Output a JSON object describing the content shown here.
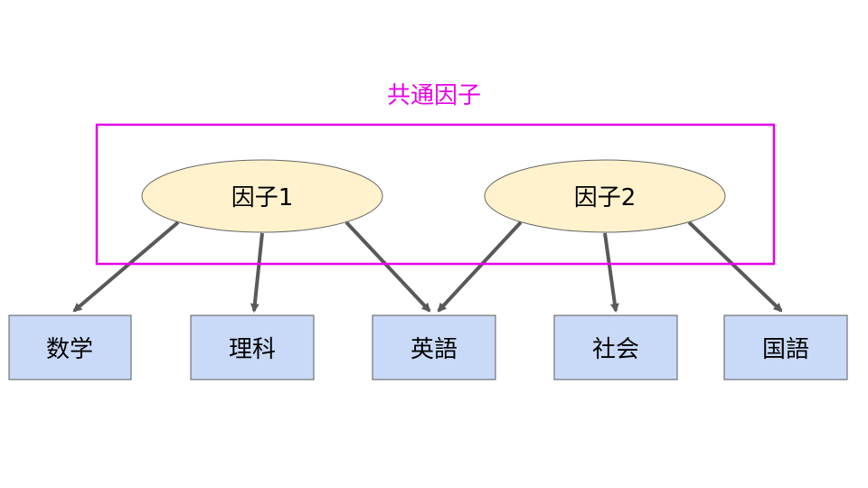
{
  "group": {
    "label": "共通因子",
    "color": "#e600e6"
  },
  "factors": [
    {
      "id": "f1",
      "label": "因子1"
    },
    {
      "id": "f2",
      "label": "因子2"
    }
  ],
  "subjects": [
    {
      "id": "s1",
      "label": "数学"
    },
    {
      "id": "s2",
      "label": "理科"
    },
    {
      "id": "s3",
      "label": "英語"
    },
    {
      "id": "s4",
      "label": "社会"
    },
    {
      "id": "s5",
      "label": "国語"
    }
  ],
  "edges": [
    {
      "from": "f1",
      "to": "s1"
    },
    {
      "from": "f1",
      "to": "s2"
    },
    {
      "from": "f1",
      "to": "s3"
    },
    {
      "from": "f2",
      "to": "s3"
    },
    {
      "from": "f2",
      "to": "s4"
    },
    {
      "from": "f2",
      "to": "s5"
    }
  ],
  "colors": {
    "factor_fill": "#fff2cc",
    "factor_stroke": "#666666",
    "subject_fill": "#c9daf8",
    "subject_stroke": "#595959",
    "arrow": "#595959",
    "text": "#000000"
  }
}
